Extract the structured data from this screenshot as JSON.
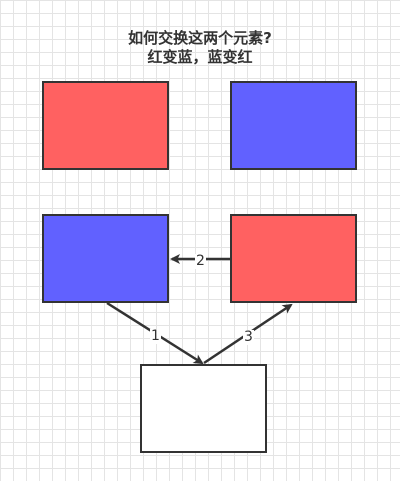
{
  "title": {
    "line1": "如何交换这两个元素?",
    "line2": "红变蓝，蓝变红"
  },
  "colors": {
    "red": "#ff6161",
    "blue": "#6161ff",
    "empty": "#ffffff",
    "stroke": "#333333"
  },
  "steps": {
    "step1": "1",
    "step2": "2",
    "step3": "3"
  }
}
